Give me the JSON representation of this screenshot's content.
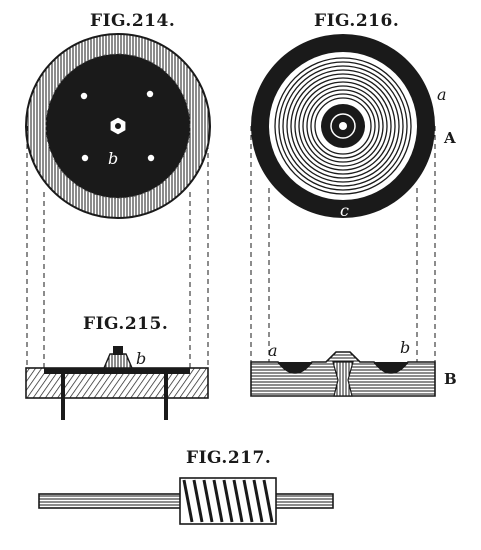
{
  "figures": {
    "fig214": {
      "caption": "FIG.214.",
      "letter_b": "b"
    },
    "fig215": {
      "caption": "FIG.215.",
      "letter_b": "b"
    },
    "fig216": {
      "caption": "FIG.216.",
      "letter_a": "a",
      "letter_c": "c",
      "label_A": "A",
      "letter_a_lower": "a",
      "letter_b_lower": "b",
      "label_B": "B"
    },
    "fig217": {
      "caption": "FIG.217."
    }
  },
  "colors": {
    "ink": "#1a1a1a",
    "paper": "#ffffff"
  }
}
